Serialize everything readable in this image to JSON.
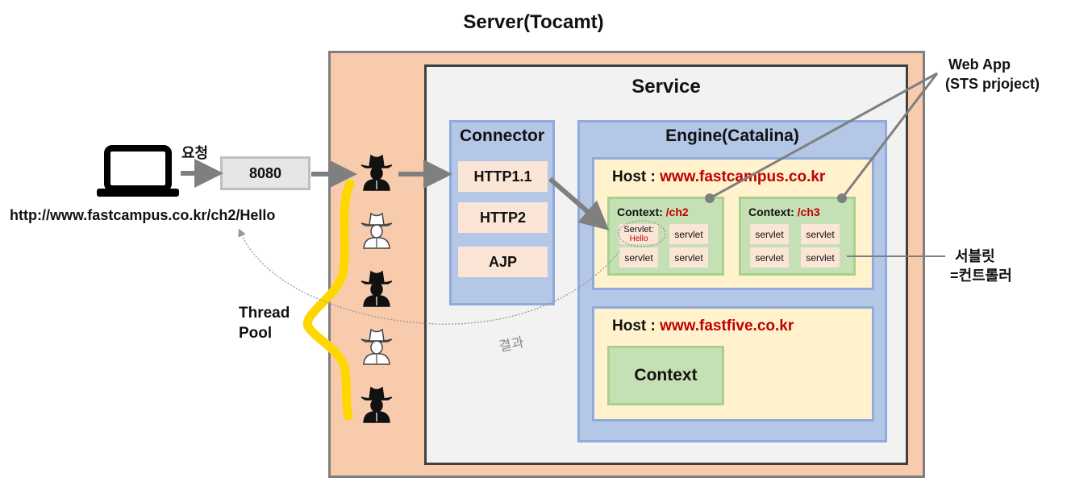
{
  "title": "Server(Tocamt)",
  "service": "Service",
  "connector": {
    "label": "Connector",
    "protocols": [
      "HTTP1.1",
      "HTTP2",
      "AJP"
    ]
  },
  "engine": {
    "label": "Engine(Catalina)"
  },
  "hosts": [
    {
      "prefix": "Host : ",
      "domain": "www.fastcampus.co.kr",
      "contexts": [
        {
          "prefix": "Context: ",
          "path": "/ch2",
          "servlets": [
            "Servlet:",
            "servlet",
            "servlet",
            "servlet"
          ],
          "highlight_sub": "Hello"
        },
        {
          "prefix": "Context: ",
          "path": "/ch3",
          "servlets": [
            "servlet",
            "servlet",
            "servlet",
            "servlet"
          ]
        }
      ]
    },
    {
      "prefix": "Host : ",
      "domain": "www.fastfive.co.kr",
      "context_label": "Context"
    }
  ],
  "client": {
    "request_label": "요청",
    "port": "8080",
    "url": "http://www.fastcampus.co.kr/ch2/Hello"
  },
  "thread_pool": {
    "line1": "Thread",
    "line2": "Pool",
    "threads": 5
  },
  "result_label": "결과",
  "web_app": {
    "line1": "Web App",
    "line2": "(STS prjoject)"
  },
  "servlet_note": {
    "line1": "서블릿",
    "line2": "=컨트롤러"
  },
  "colors": {
    "server_bg": "#f8cbad",
    "service_bg": "#f2f2f2",
    "blue_box": "#b4c7e7",
    "blue_border": "#8faadc",
    "host_bg": "#fff2cc",
    "context_bg": "#c5e0b4",
    "protocol_bg": "#fbe5d6",
    "accent_red": "#c00000",
    "thread_yellow": "#ffd700",
    "arrow_gray": "#7f7f7f"
  },
  "icons": [
    "laptop-icon",
    "thread-user-icon",
    "arrow-right-icon"
  ]
}
